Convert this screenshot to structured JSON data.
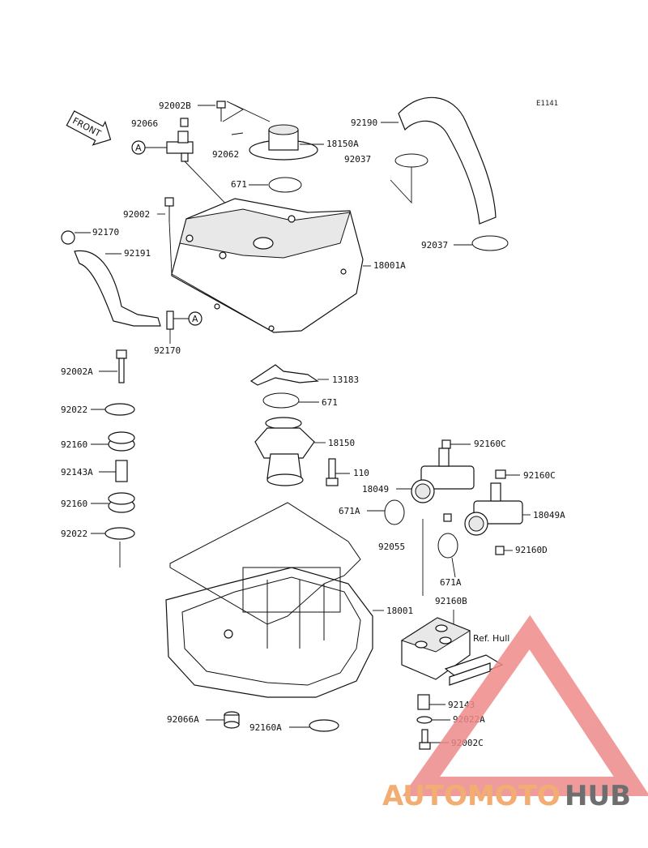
{
  "diagram_code": "E1141",
  "front_label": "FRONT",
  "ref_marker": "A",
  "ref_note": "Ref. Hull",
  "parts": {
    "p92002B": "92002B",
    "p92066": "92066",
    "p92062": "92062",
    "p18150A": "18150A",
    "p92190": "92190",
    "p92037a": "92037",
    "p671a": "671",
    "p92002": "92002",
    "p92170a": "92170",
    "p92191": "92191",
    "p18001A": "18001A",
    "p92037b": "92037",
    "p92170b": "92170",
    "p92002A": "92002A",
    "p13183": "13183",
    "p671b": "671",
    "p92022a": "92022",
    "p18150": "18150",
    "p110": "110",
    "p92160a": "92160",
    "p92143A": "92143A",
    "p92160b": "92160",
    "p92022b": "92022",
    "p92160C1": "92160C",
    "p92160C2": "92160C",
    "p18049": "18049",
    "p18049A": "18049A",
    "p671A1": "671A",
    "p92055": "92055",
    "p671A2": "671A",
    "p92160D": "92160D",
    "p18001": "18001",
    "p92160B": "92160B",
    "p92143": "92143",
    "p92022A": "92022A",
    "p92002C": "92002C",
    "p92066A": "92066A",
    "p92160A": "92160A"
  },
  "watermark": {
    "part1": "AUTOMOTO",
    "part2": "HUB",
    "color1": "#f0a05a",
    "color2": "#555555",
    "triangle_color": "#ee8a8a"
  }
}
